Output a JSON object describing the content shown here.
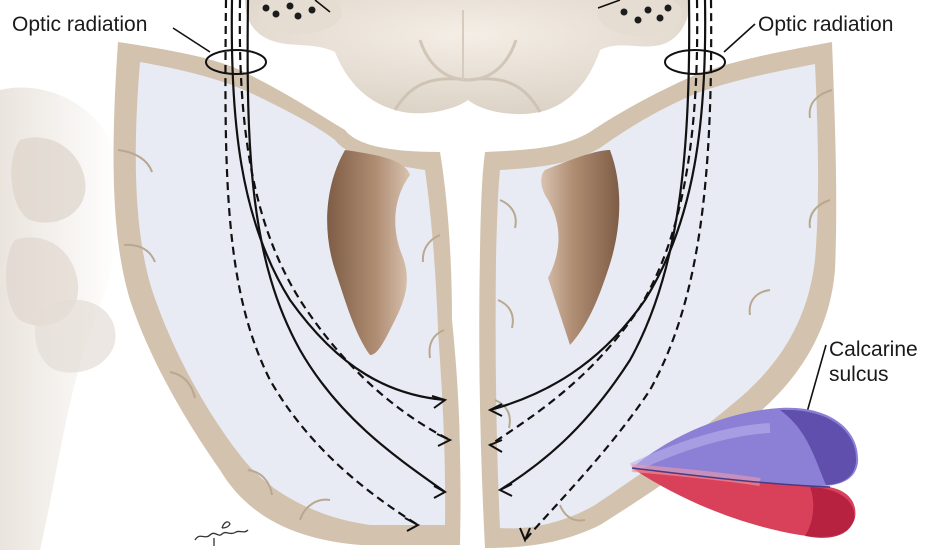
{
  "labels": {
    "optic_radiation_left": "Optic radiation",
    "optic_radiation_right": "Optic radiation",
    "calcarine_line1": "Calcarine",
    "calcarine_line2": "sulcus"
  },
  "colors": {
    "background": "#ffffff",
    "gray_matter": "#d3c3ae",
    "white_matter": "#e8ebf4",
    "ventricle_dark": "#8a6a52",
    "ventricle_light": "#c9a98f",
    "brainstem": "#e9e1d6",
    "lobe_upper": "#8c7fd6",
    "lobe_upper_dark": "#5b4aa8",
    "lobe_lower": "#d9405a",
    "lobe_lower_dark": "#b21f3e",
    "pathway_line": "#111111"
  },
  "icons": {
    "signature": "artist-signature"
  }
}
